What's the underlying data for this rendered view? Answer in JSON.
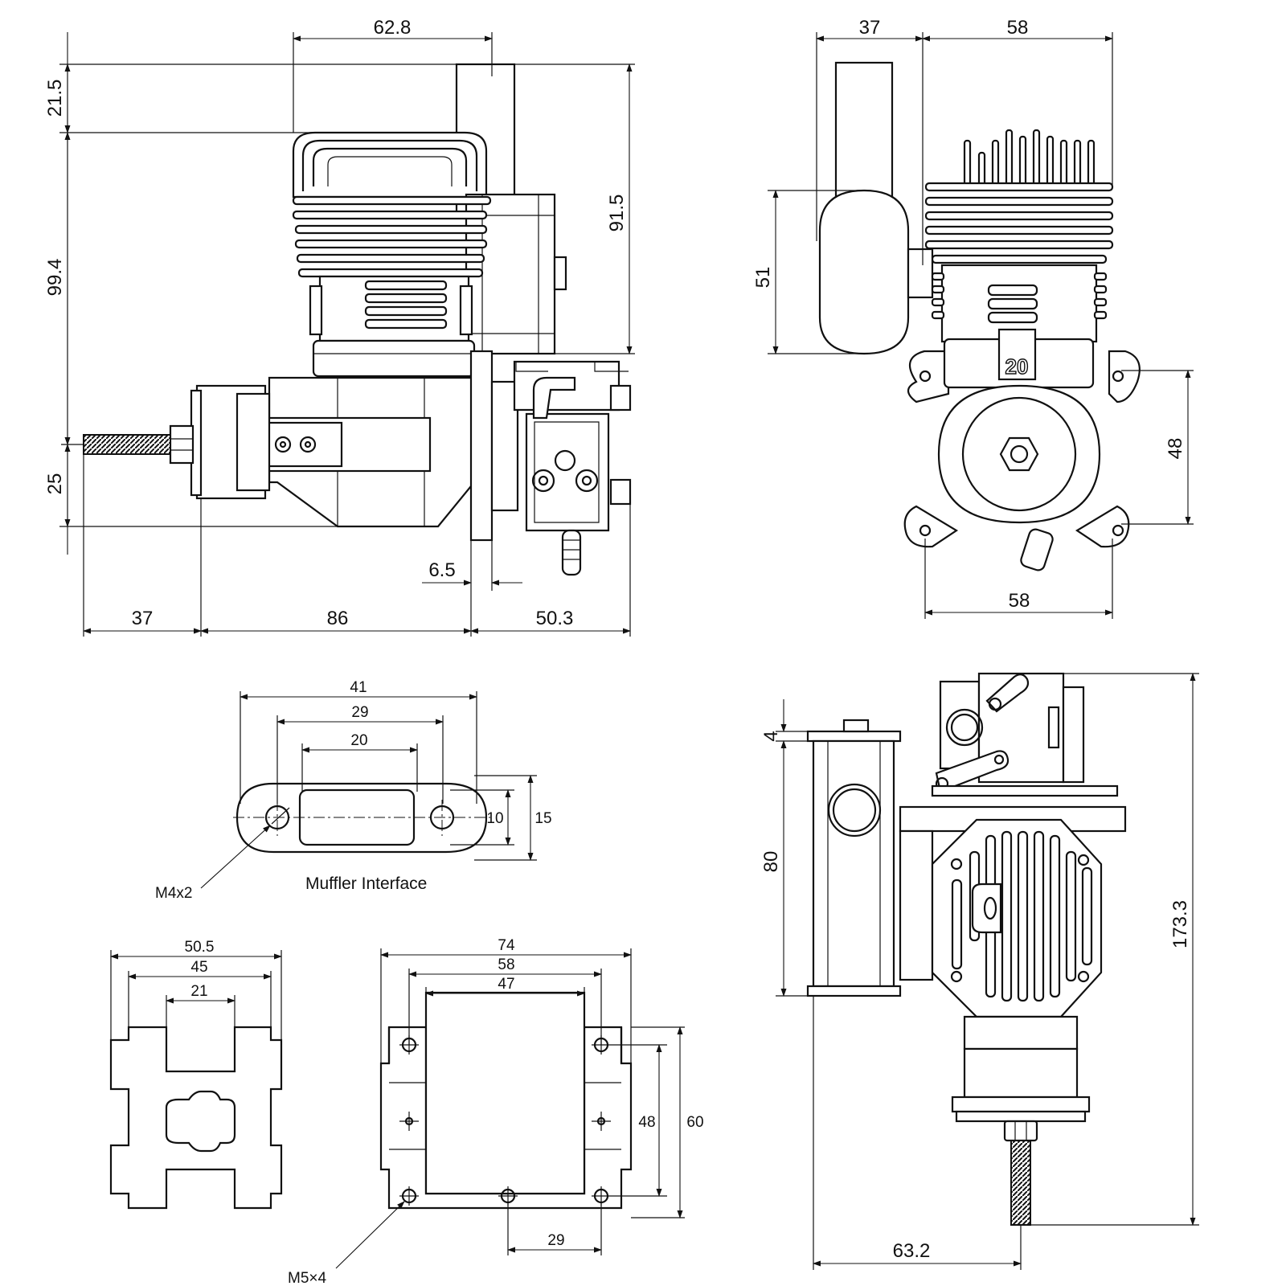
{
  "side_view": {
    "dims": [
      "62.8",
      "21.5",
      "99.4",
      "25",
      "91.5",
      "6.5",
      "37",
      "86",
      "50.3"
    ]
  },
  "rear_view": {
    "dims": [
      "37",
      "58",
      "51",
      "48",
      "58"
    ],
    "logo": "20"
  },
  "muffler_interface": {
    "caption": "Muffler Interface",
    "dims": [
      "41",
      "29",
      "20",
      "10",
      "15"
    ],
    "callout": "M4x2"
  },
  "spacer_plate": {
    "dims": [
      "50.5",
      "45",
      "21"
    ]
  },
  "mount_plate": {
    "dims": [
      "74",
      "58",
      "47",
      "48",
      "60",
      "29"
    ],
    "callout": "M5×4"
  },
  "top_view": {
    "dims": [
      "4",
      "80",
      "173.3",
      "63.2"
    ]
  }
}
